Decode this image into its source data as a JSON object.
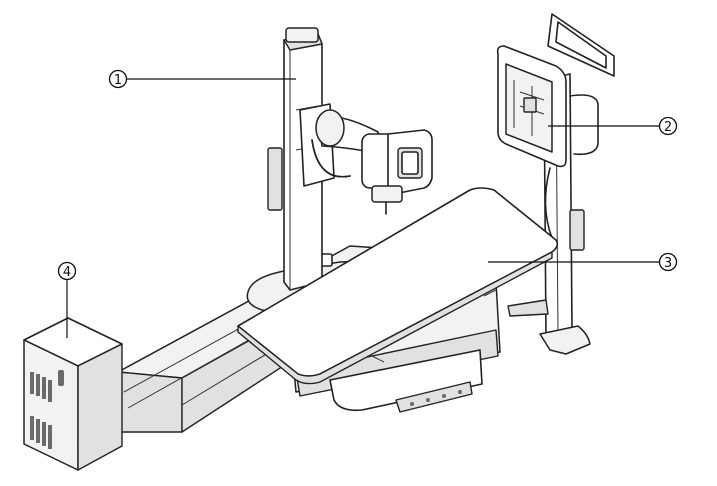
{
  "callouts": [
    {
      "id": "1",
      "label": "1",
      "part": "tube-stand-column"
    },
    {
      "id": "2",
      "label": "2",
      "part": "wall-stand-detector"
    },
    {
      "id": "3",
      "label": "3",
      "part": "patient-table"
    },
    {
      "id": "4",
      "label": "4",
      "part": "generator-cabinet"
    }
  ],
  "colors": {
    "line": "#222222",
    "fill_light": "#f2f2f2",
    "fill_mid": "#e1e1e1",
    "fill_dark": "#6a6a6a"
  }
}
